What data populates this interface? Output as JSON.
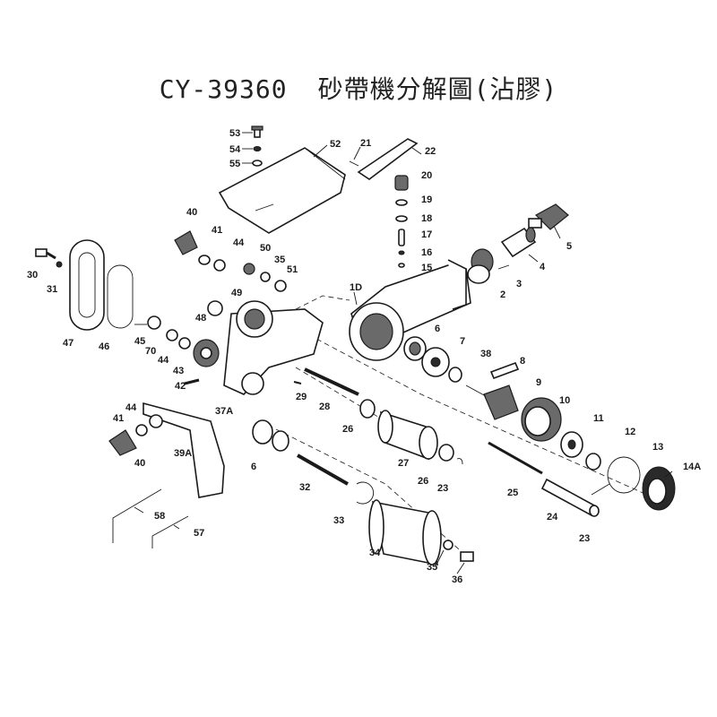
{
  "title": {
    "model": "CY-39360",
    "text": "砂帶機分解圖(沾膠)"
  },
  "labels": [
    "53",
    "54",
    "55",
    "52",
    "21",
    "22",
    "20",
    "19",
    "18",
    "17",
    "16",
    "15",
    "5",
    "4",
    "3",
    "2",
    "1D",
    "40",
    "41",
    "44",
    "50",
    "35",
    "51",
    "30",
    "31",
    "47",
    "46",
    "49",
    "48",
    "45",
    "70",
    "44",
    "43",
    "42",
    "6",
    "7",
    "38",
    "8",
    "9",
    "10",
    "11",
    "12",
    "13",
    "14A",
    "29",
    "28",
    "26",
    "27",
    "26",
    "23",
    "25",
    "24",
    "23",
    "37A",
    "44",
    "41",
    "40",
    "39A",
    "6",
    "32",
    "33",
    "34",
    "35",
    "36",
    "58",
    "57"
  ]
}
